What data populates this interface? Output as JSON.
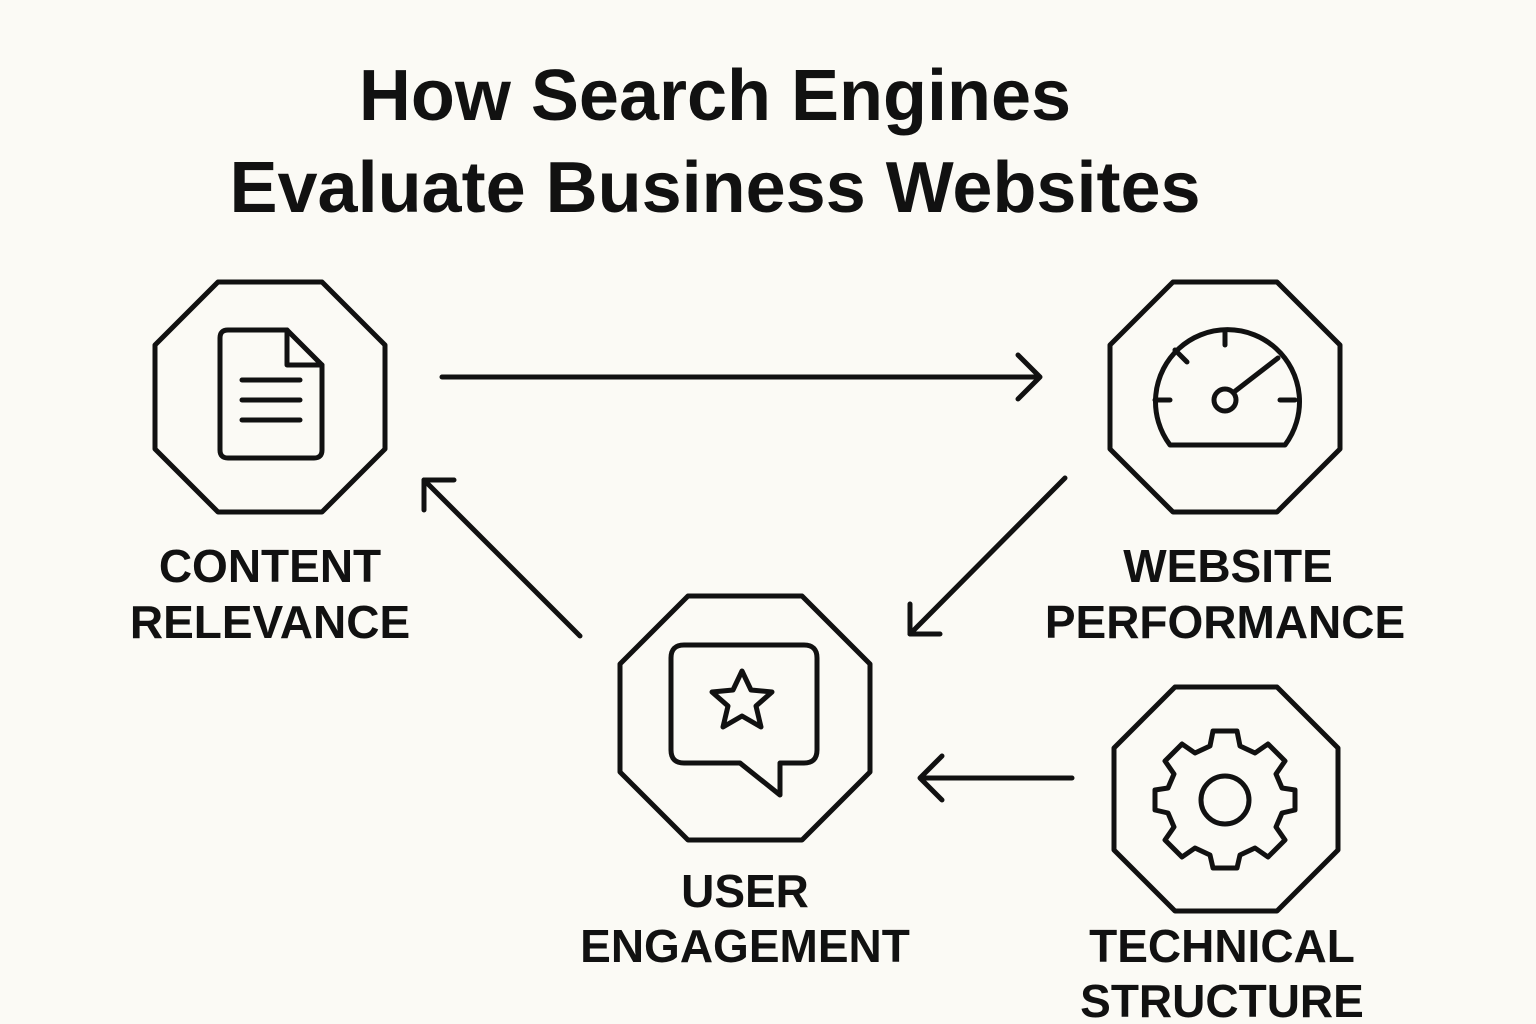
{
  "title": {
    "line1": "How Search Engines",
    "line2": "Evaluate Business Websites"
  },
  "nodes": {
    "content": {
      "line1": "CONTENT",
      "line2": "RELEVANCE",
      "icon": "document-icon"
    },
    "performance": {
      "line1": "WEBSITE",
      "line2": "PERFORMANCE",
      "icon": "speedometer-icon"
    },
    "engagement": {
      "line1": "USER",
      "line2": "ENGAGEMENT",
      "icon": "chat-star-icon"
    },
    "technical": {
      "line1": "TECHNICAL",
      "line2": "STRUCTURE",
      "icon": "gear-icon"
    }
  },
  "colors": {
    "background": "#fbfaf5",
    "ink": "#111111"
  }
}
